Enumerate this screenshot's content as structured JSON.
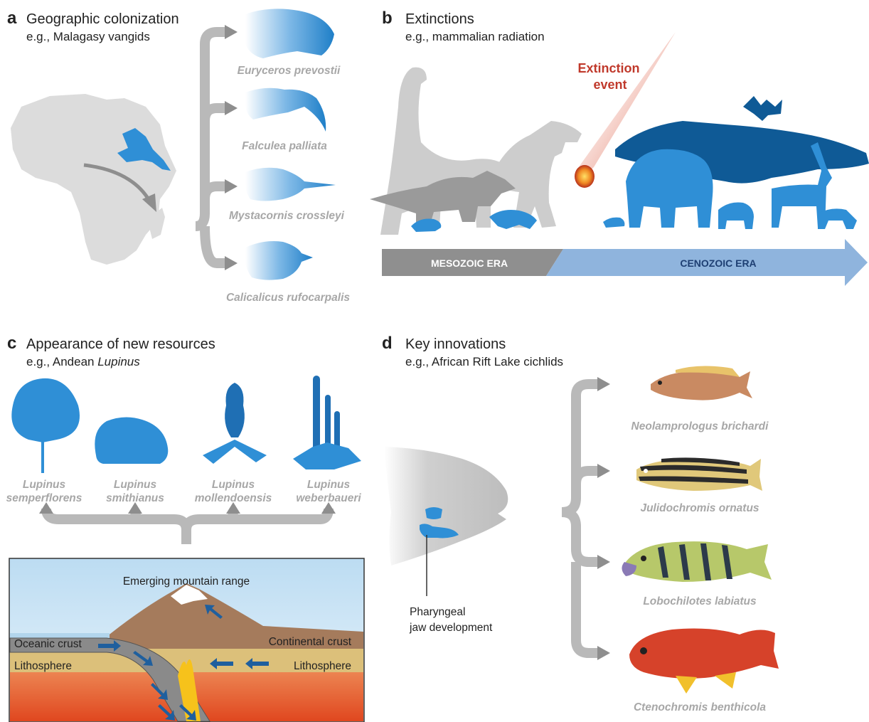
{
  "panels": {
    "a": {
      "letter": "a",
      "title": "Geographic colonization",
      "example": "e.g., Malagasy vangids",
      "species": [
        "Euryceros prevostii",
        "Falculea palliata",
        "Mystacornis crossleyi",
        "Calicalicus rufocarpalis"
      ]
    },
    "b": {
      "letter": "b",
      "title": "Extinctions",
      "example": "e.g., mammalian radiation",
      "event_line1": "Extinction",
      "event_line2": "event",
      "era_left": "MESOZOIC ERA",
      "era_right": "CENOZOIC ERA"
    },
    "c": {
      "letter": "c",
      "title": "Appearance of new resources",
      "example_prefix": "e.g., Andean ",
      "example_italic": "Lupinus",
      "species": [
        {
          "line1": "Lupinus",
          "line2": "semperflorens"
        },
        {
          "line1": "Lupinus",
          "line2": "smithianus"
        },
        {
          "line1": "Lupinus",
          "line2": "mollendoensis"
        },
        {
          "line1": "Lupinus",
          "line2": "weberbaueri"
        }
      ],
      "mountain_label": "Emerging mountain range",
      "oceanic_crust": "Oceanic crust",
      "continental_crust": "Continental crust",
      "lithosphere_left": "Lithosphere",
      "lithosphere_right": "Lithosphere"
    },
    "d": {
      "letter": "d",
      "title": "Key innovations",
      "example": "e.g., African Rift Lake cichlids",
      "jaw_line1": "Pharyngeal",
      "jaw_line2": "jaw development",
      "species": [
        "Neolamprologus brichardi",
        "Julidochromis ornatus",
        "Lobochilotes labiatus",
        "Ctenochromis benthicola"
      ]
    }
  },
  "colors": {
    "blue": "#2f8fd6",
    "dark_blue": "#1f6fb4",
    "gray_silhouette": "#cdcdcd",
    "extinction_red": "#c0392b",
    "mesozoic": "#8f8f8f",
    "cenozoic": "#8fb4dd"
  }
}
